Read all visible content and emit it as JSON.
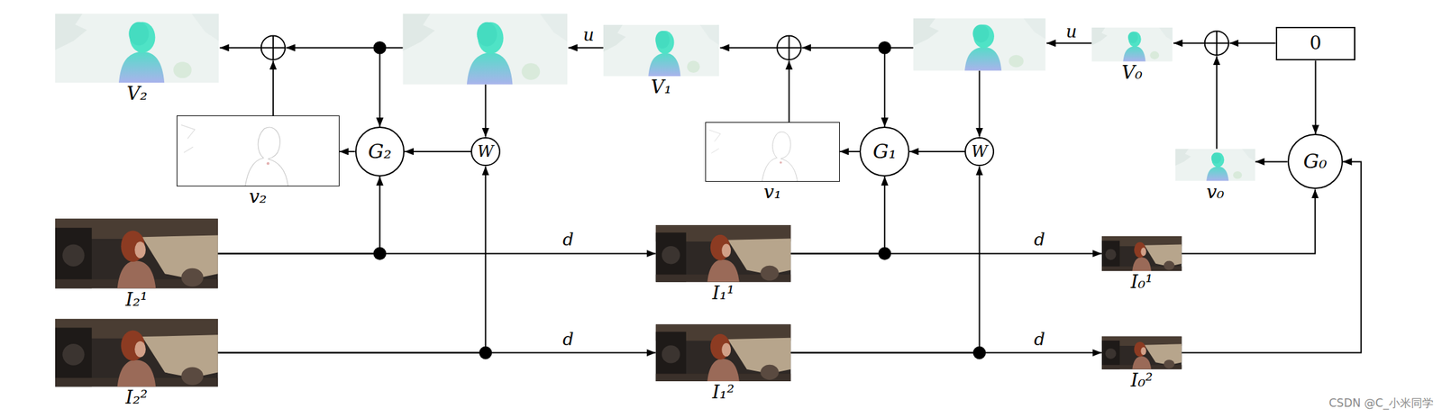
{
  "diagram": {
    "nodes": [
      {
        "text": [
          "V₂"
        ]
      },
      {
        "text": [
          "V₁"
        ]
      },
      {
        "text": [
          "V₀"
        ]
      },
      {
        "text": [
          "0"
        ]
      },
      {
        "text": [
          "G₂"
        ]
      },
      {
        "text": [
          "W"
        ]
      },
      {
        "text": [
          "v₂"
        ]
      },
      {
        "text": [
          "G₁"
        ]
      },
      {
        "text": [
          "W"
        ]
      },
      {
        "text": [
          "v₁"
        ]
      },
      {
        "text": [
          "G₀"
        ]
      },
      {
        "text": [
          "v₀"
        ]
      },
      {
        "text": [
          "I₂¹"
        ]
      },
      {
        "text": [
          "I₁¹"
        ]
      },
      {
        "text": [
          "I₀¹"
        ]
      },
      {
        "text": [
          "I₂²"
        ]
      },
      {
        "text": [
          "I₁²"
        ]
      },
      {
        "text": [
          "I₀²"
        ]
      }
    ],
    "edges": [
      {
        "from": 3,
        "to": 10,
        "arrow": "to"
      },
      {
        "from": 10,
        "to": 11,
        "arrow": "to"
      },
      {
        "from": 14,
        "to": 10,
        "arrow": "to"
      },
      {
        "from": 17,
        "to": 10,
        "arrow": "to"
      },
      {
        "from": 8,
        "to": 7,
        "arrow": "to"
      },
      {
        "from": 7,
        "to": 9,
        "arrow": "to"
      },
      {
        "from": 13,
        "to": 7,
        "arrow": "to"
      },
      {
        "from": 16,
        "to": 8,
        "arrow": "to"
      },
      {
        "from": 5,
        "to": 4,
        "arrow": "to"
      },
      {
        "from": 4,
        "to": 6,
        "arrow": "to"
      },
      {
        "from": 12,
        "to": 4,
        "arrow": "to"
      },
      {
        "from": 15,
        "to": 5,
        "arrow": "to"
      },
      {
        "from": 12,
        "to": 13,
        "label": "d",
        "arrow": "to"
      },
      {
        "from": 13,
        "to": 14,
        "label": "d",
        "arrow": "to"
      },
      {
        "from": 15,
        "to": 16,
        "label": "d",
        "arrow": "to"
      },
      {
        "from": 16,
        "to": 17,
        "label": "d",
        "arrow": "to"
      }
    ],
    "labels": [
      "u",
      "u",
      "CSDN @C_小米同学"
    ]
  }
}
